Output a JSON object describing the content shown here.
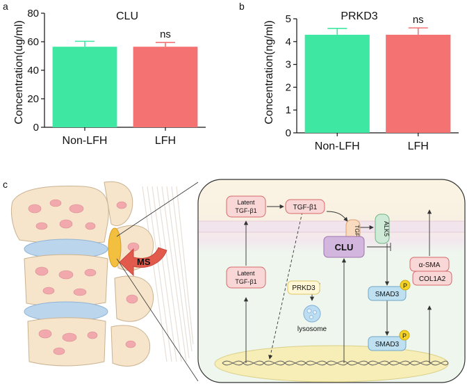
{
  "panel_labels": {
    "a": "a",
    "b": "b",
    "c": "c"
  },
  "colors": {
    "green": "#3EE8A2",
    "red": "#F47272",
    "pink_fill": "#FAD7D7",
    "pink_stroke": "#D86868",
    "green_node": "#CFEBD7",
    "blue_node": "#BFE0F0",
    "clu_fill": "#D3B6DE",
    "yellow_fill": "#FFF7D6",
    "phospho": "#F5D226"
  },
  "chart_data": [
    {
      "type": "bar",
      "title": "CLU",
      "categories": [
        "Non-LFH",
        "LFH"
      ],
      "values": [
        56.5,
        56.5
      ],
      "error": [
        3.8,
        3.0
      ],
      "bar_colors": [
        "#3EE8A2",
        "#F47272"
      ],
      "significance": "ns",
      "xlabel": "",
      "ylabel": "Concentration(ug/ml)",
      "ylim": [
        0,
        80
      ],
      "yticks": [
        "0",
        "20",
        "40",
        "60",
        "80"
      ],
      "grid": false
    },
    {
      "type": "bar",
      "title": "PRKD3",
      "categories": [
        "Non-LFH",
        "LFH"
      ],
      "values": [
        4.3,
        4.3
      ],
      "error": [
        0.28,
        0.3
      ],
      "bar_colors": [
        "#3EE8A2",
        "#F47272"
      ],
      "significance": "ns",
      "xlabel": "",
      "ylabel": "Concentration(ng/ml)",
      "ylim": [
        0,
        5
      ],
      "yticks": [
        "0",
        "1",
        "2",
        "3",
        "4",
        "5"
      ],
      "grid": false
    }
  ],
  "diagram": {
    "ms_label": "MS",
    "latent_top": [
      "Latent",
      "TGF-β1"
    ],
    "latent_bottom": [
      "Latent",
      "TGF-β1"
    ],
    "tgfb1": "TGF-β1",
    "tgfbrii": "TGFBRII",
    "alk5": "ALK5",
    "clu": "CLU",
    "prkd3": "PRKD3",
    "lysosome": "lysosome",
    "smad3_upper": "SMAD3",
    "smad3_lower": "SMAD3",
    "alpha_sma": "α-SMA",
    "col1a2": "COL1A2",
    "p_label": "P"
  }
}
